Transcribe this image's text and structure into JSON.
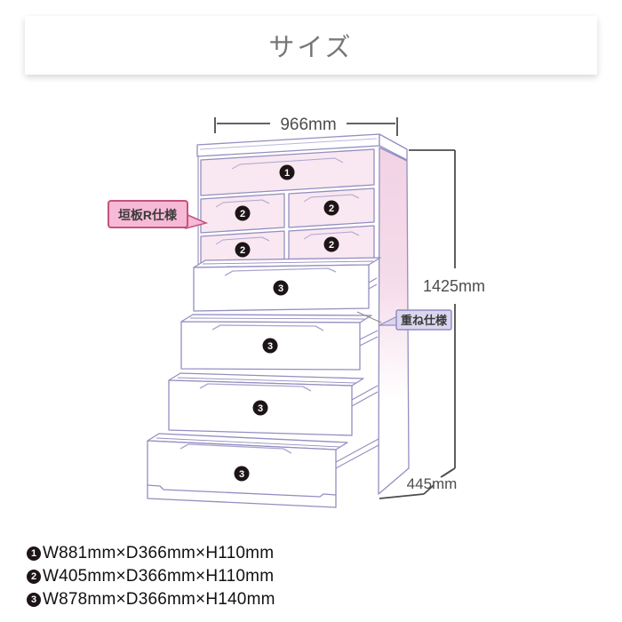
{
  "title": "サイズ",
  "diagram": {
    "dim_width": "966mm",
    "dim_height": "1425mm",
    "dim_depth": "445mm",
    "label_left": "垣板R仕様",
    "label_right": "重ね仕様",
    "badges": {
      "one": "1",
      "two": "2",
      "three": "3"
    },
    "colors": {
      "drawer_pink": "#f9e7f1",
      "side_pink": "#f2d3e5",
      "outline_lavender": "#938ec0",
      "badge_black": "#1d1416",
      "dim_gray": "#4d4d4d",
      "label_left_fill": "#f6b9d6",
      "label_left_border": "#c4537e",
      "label_right_fill": "#dbd6ee",
      "label_right_border": "#958cc4",
      "title_gray": "#767676"
    }
  },
  "specs": [
    {
      "badge": "1",
      "text": "W881mm×D366mm×H110mm"
    },
    {
      "badge": "2",
      "text": "W405mm×D366mm×H110mm"
    },
    {
      "badge": "3",
      "text": "W878mm×D366mm×H140mm"
    }
  ]
}
